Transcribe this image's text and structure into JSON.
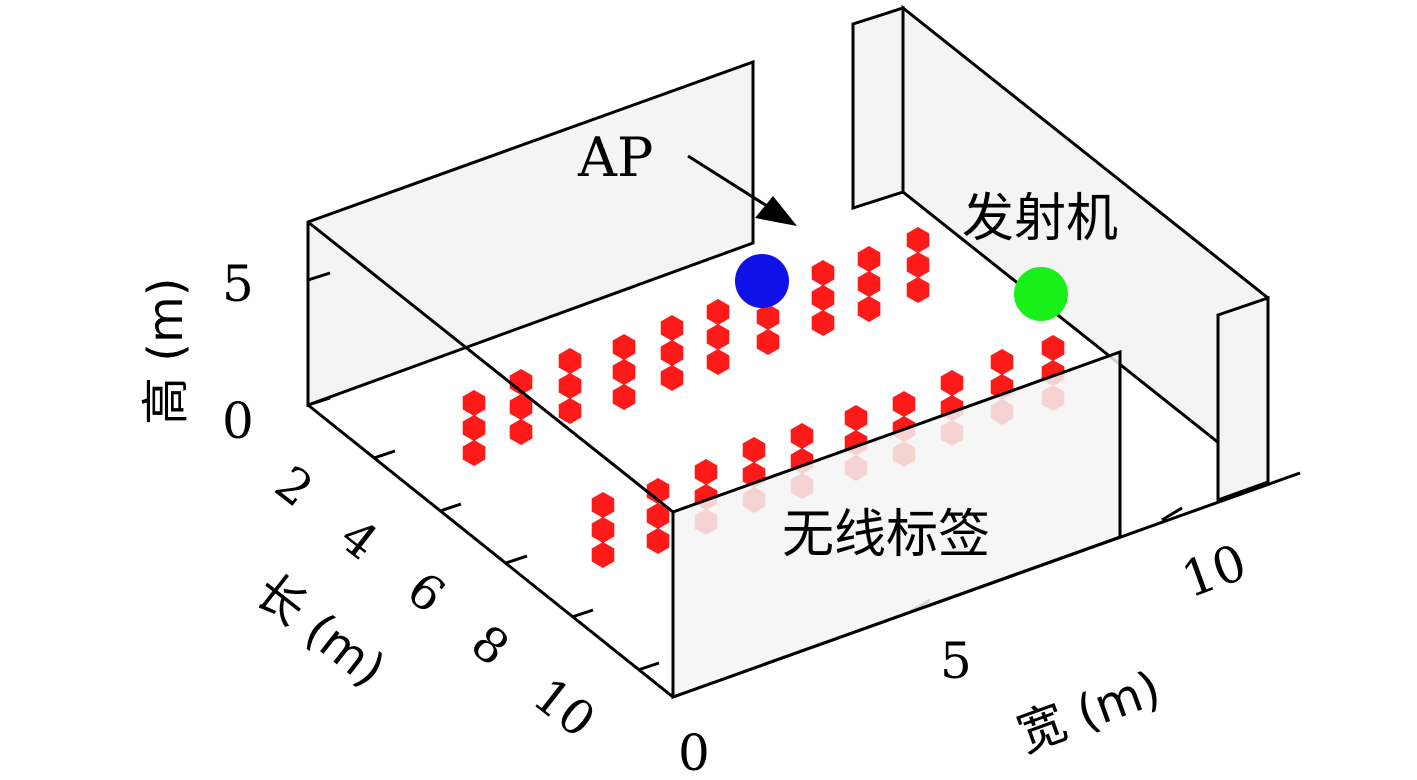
{
  "figure": {
    "annotations": {
      "ap_label": "AP",
      "transmitter_label": "发射机",
      "tags_label": "无线标签"
    },
    "axes": {
      "height_label": "高 (m)",
      "length_label": "长 (m)",
      "width_label": "宽 (m)",
      "height_ticks": [
        "0",
        "5"
      ],
      "length_ticks": [
        "2",
        "4",
        "6",
        "8",
        "10"
      ],
      "width_ticks": [
        "0",
        "5",
        "10"
      ]
    },
    "colors": {
      "tag": "#ff1a1a",
      "ap": "#1010e8",
      "transmitter": "#19f019",
      "wall_fill": "#f4f4f4",
      "line": "#000000"
    },
    "icons": {
      "ap": "ap-marker-icon",
      "transmitter": "transmitter-marker-icon",
      "tag": "tag-marker-icon"
    }
  }
}
